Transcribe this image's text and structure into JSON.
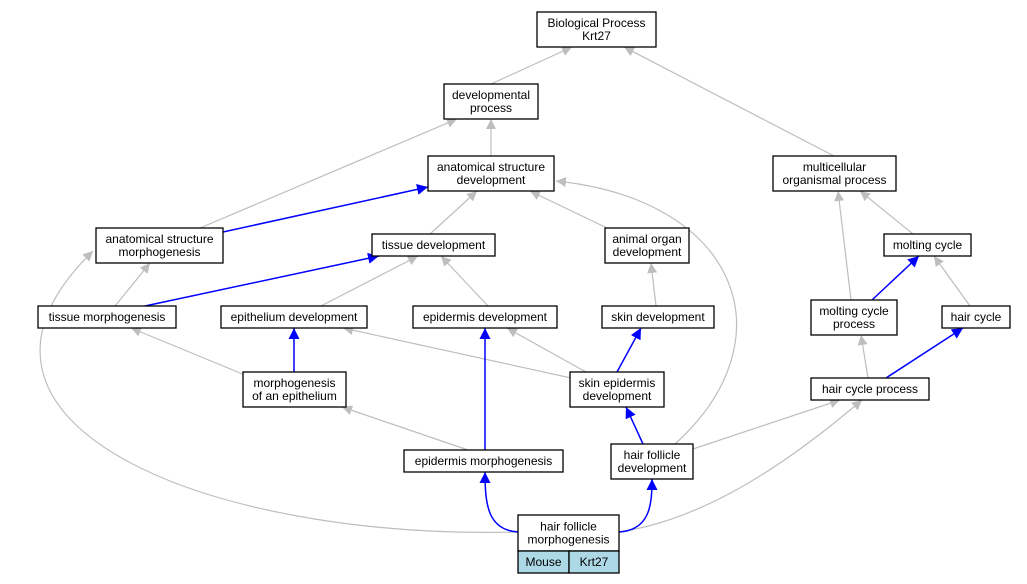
{
  "diagram": {
    "nodes": [
      {
        "id": "bp",
        "lines": [
          "Biological Process",
          "Krt27"
        ]
      },
      {
        "id": "dev_proc",
        "lines": [
          "developmental",
          "process"
        ]
      },
      {
        "id": "asd",
        "lines": [
          "anatomical structure",
          "development"
        ]
      },
      {
        "id": "multi",
        "lines": [
          "multicellular",
          "organismal process"
        ]
      },
      {
        "id": "asm",
        "lines": [
          "anatomical structure",
          "morphogenesis"
        ]
      },
      {
        "id": "tissue_dev",
        "lines": [
          "tissue development"
        ]
      },
      {
        "id": "animal_organ",
        "lines": [
          "animal organ",
          "development"
        ]
      },
      {
        "id": "molting",
        "lines": [
          "molting cycle"
        ]
      },
      {
        "id": "tissue_morph",
        "lines": [
          "tissue morphogenesis"
        ]
      },
      {
        "id": "epi_dev",
        "lines": [
          "epithelium development"
        ]
      },
      {
        "id": "epid_dev",
        "lines": [
          "epidermis development"
        ]
      },
      {
        "id": "skin_dev",
        "lines": [
          "skin development"
        ]
      },
      {
        "id": "molting_proc",
        "lines": [
          "molting cycle",
          "process"
        ]
      },
      {
        "id": "hair_cycle",
        "lines": [
          "hair cycle"
        ]
      },
      {
        "id": "morph_epi",
        "lines": [
          "morphogenesis",
          "of an epithelium"
        ]
      },
      {
        "id": "skin_epid",
        "lines": [
          "skin epidermis",
          "development"
        ]
      },
      {
        "id": "hair_cycle_proc",
        "lines": [
          "hair cycle process"
        ]
      },
      {
        "id": "epid_morph",
        "lines": [
          "epidermis morphogenesis"
        ]
      },
      {
        "id": "hf_dev",
        "lines": [
          "hair follicle",
          "development"
        ]
      },
      {
        "id": "hf_morph",
        "lines": [
          "hair follicle",
          "morphogenesis"
        ]
      }
    ],
    "badge": {
      "species": "Mouse",
      "gene": "Krt27"
    },
    "edges": [
      {
        "from": "dev_proc",
        "to": "bp",
        "kind": "gray"
      },
      {
        "from": "multi",
        "to": "bp",
        "kind": "gray"
      },
      {
        "from": "asd",
        "to": "dev_proc",
        "kind": "gray"
      },
      {
        "from": "asm",
        "to": "dev_proc",
        "kind": "gray"
      },
      {
        "from": "asm",
        "to": "asd",
        "kind": "blue"
      },
      {
        "from": "tissue_dev",
        "to": "asd",
        "kind": "gray"
      },
      {
        "from": "animal_organ",
        "to": "asd",
        "kind": "gray"
      },
      {
        "from": "hf_dev",
        "to": "asd",
        "kind": "gray"
      },
      {
        "from": "tissue_morph",
        "to": "asm",
        "kind": "gray"
      },
      {
        "from": "hf_morph",
        "to": "asm",
        "kind": "gray"
      },
      {
        "from": "tissue_morph",
        "to": "tissue_dev",
        "kind": "blue"
      },
      {
        "from": "epi_dev",
        "to": "tissue_dev",
        "kind": "gray"
      },
      {
        "from": "epid_dev",
        "to": "tissue_dev",
        "kind": "gray"
      },
      {
        "from": "skin_dev",
        "to": "animal_organ",
        "kind": "gray"
      },
      {
        "from": "molting_proc",
        "to": "multi",
        "kind": "gray"
      },
      {
        "from": "molting",
        "to": "multi",
        "kind": "gray"
      },
      {
        "from": "molting_proc",
        "to": "molting",
        "kind": "blue"
      },
      {
        "from": "hair_cycle",
        "to": "molting",
        "kind": "gray"
      },
      {
        "from": "morph_epi",
        "to": "tissue_morph",
        "kind": "gray"
      },
      {
        "from": "morph_epi",
        "to": "epi_dev",
        "kind": "blue"
      },
      {
        "from": "skin_epid",
        "to": "epi_dev",
        "kind": "gray"
      },
      {
        "from": "epid_morph",
        "to": "epid_dev",
        "kind": "blue"
      },
      {
        "from": "skin_epid",
        "to": "epid_dev",
        "kind": "gray"
      },
      {
        "from": "skin_epid",
        "to": "skin_dev",
        "kind": "blue"
      },
      {
        "from": "hair_cycle_proc",
        "to": "molting_proc",
        "kind": "gray"
      },
      {
        "from": "hair_cycle_proc",
        "to": "hair_cycle",
        "kind": "blue"
      },
      {
        "from": "epid_morph",
        "to": "morph_epi",
        "kind": "gray"
      },
      {
        "from": "hf_dev",
        "to": "skin_epid",
        "kind": "blue"
      },
      {
        "from": "hf_dev",
        "to": "hair_cycle_proc",
        "kind": "gray"
      },
      {
        "from": "hf_morph",
        "to": "hair_cycle_proc",
        "kind": "gray"
      },
      {
        "from": "hf_morph",
        "to": "epid_morph",
        "kind": "blue"
      },
      {
        "from": "hf_morph",
        "to": "hf_dev",
        "kind": "blue"
      }
    ],
    "colors": {
      "gray_edge": "#bebebe",
      "blue_edge": "#0000ff",
      "badge_fill": "#add8e6"
    }
  }
}
